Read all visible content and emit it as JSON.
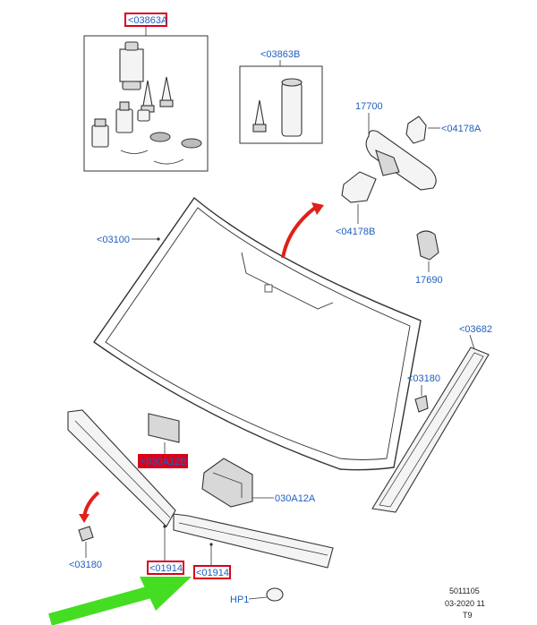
{
  "colors": {
    "label_blue": "#1f5fbf",
    "highlight_red": "#d9001b",
    "arrow_red": "#e0201a",
    "arrow_green": "#44dd22"
  },
  "labels": {
    "kit_box": "<03863A",
    "sealant_box": "<03863B",
    "windshield": "<03100",
    "mirror": "17700",
    "clip_top_right": "<04178A",
    "mirror_base": "<04178B",
    "sensor": "17690",
    "pillar_trim": "<03682",
    "pillar_clip": "<03180",
    "pad": "<030A12B",
    "bracket": "030A12A",
    "cowl_clip": "<03180",
    "cowl_left": "<01914",
    "cowl_right": "<01914",
    "hp1": "HP1"
  },
  "footer": {
    "line1": "5011105",
    "line2": "03-2020 11",
    "line3": "T9"
  }
}
